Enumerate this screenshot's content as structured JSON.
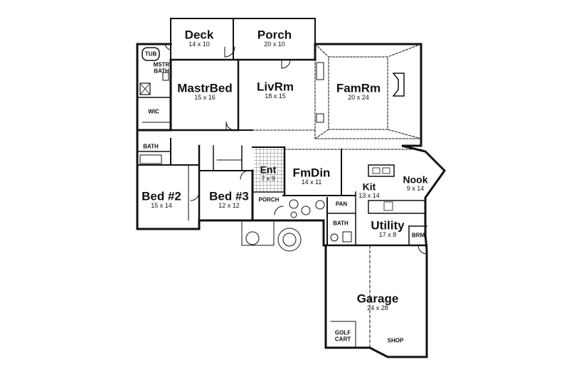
{
  "rooms": {
    "deck": {
      "name": "Deck",
      "dim": "14 x 10"
    },
    "porch": {
      "name": "Porch",
      "dim": "20 x 10"
    },
    "mastr_bed": {
      "name": "MastrBed",
      "dim": "15 x 16"
    },
    "liv_rm": {
      "name": "LivRm",
      "dim": "18 x 15"
    },
    "fam_rm": {
      "name": "FamRm",
      "dim": "20 x 24"
    },
    "ent": {
      "name": "Ent",
      "dim": "7 x 9"
    },
    "fm_din": {
      "name": "FmDin",
      "dim": "14 x 11"
    },
    "nook": {
      "name": "Nook",
      "dim": "9 x 14"
    },
    "kit": {
      "name": "Kit",
      "dim": "13 x 14"
    },
    "bed2": {
      "name": "Bed #2",
      "dim": "15 x 14"
    },
    "bed3": {
      "name": "Bed #3",
      "dim": "12 x 12"
    },
    "utility": {
      "name": "Utility",
      "dim": "17 x 8"
    },
    "garage": {
      "name": "Garage",
      "dim": "24 x 28"
    }
  },
  "small_labels": {
    "tub": "TUB",
    "mstr": "MSTR",
    "mstr_bath": "BATH",
    "wic": "WIC",
    "bath1": "BATH",
    "bath2": "BATH",
    "porch_front": "PORCH",
    "pan": "PAN",
    "brm": "BRM",
    "golf": "GOLF",
    "cart": "CART",
    "shop": "SHOP"
  }
}
